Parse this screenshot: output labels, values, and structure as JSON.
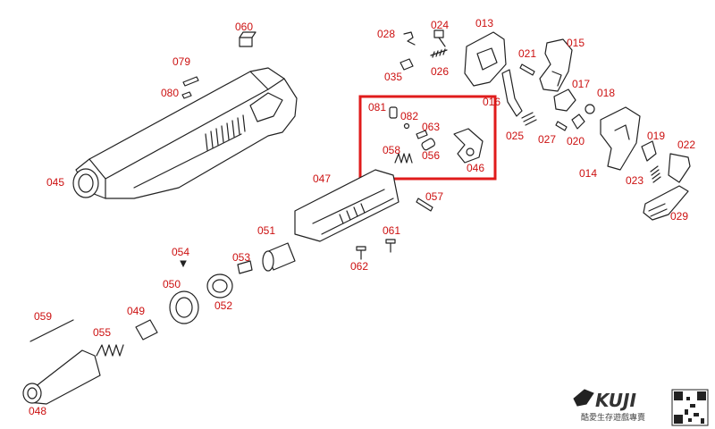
{
  "labels": {
    "p045": "045",
    "p060": "060",
    "p079": "079",
    "p080": "080",
    "p028": "028",
    "p024": "024",
    "p013": "013",
    "p035": "035",
    "p026": "026",
    "p021": "021",
    "p015": "015",
    "p016": "016",
    "p017": "017",
    "p018": "018",
    "p025": "025",
    "p027": "027",
    "p020": "020",
    "p019": "019",
    "p022": "022",
    "p014": "014",
    "p023": "023",
    "p029": "029",
    "p081": "081",
    "p082": "082",
    "p063": "063",
    "p058": "058",
    "p056": "056",
    "p046": "046",
    "p047": "047",
    "p057": "057",
    "p051": "051",
    "p061": "061",
    "p062": "062",
    "p054": "054",
    "p053": "053",
    "p050": "050",
    "p052": "052",
    "p049": "049",
    "p059": "059",
    "p055": "055",
    "p048": "048"
  },
  "brand": {
    "logo_text": "KUJI",
    "tagline": "酷愛生存遊戲專賣"
  },
  "colors": {
    "label": "#cc1111",
    "highlight_box": "#e01b1b",
    "line_art": "#222222"
  }
}
